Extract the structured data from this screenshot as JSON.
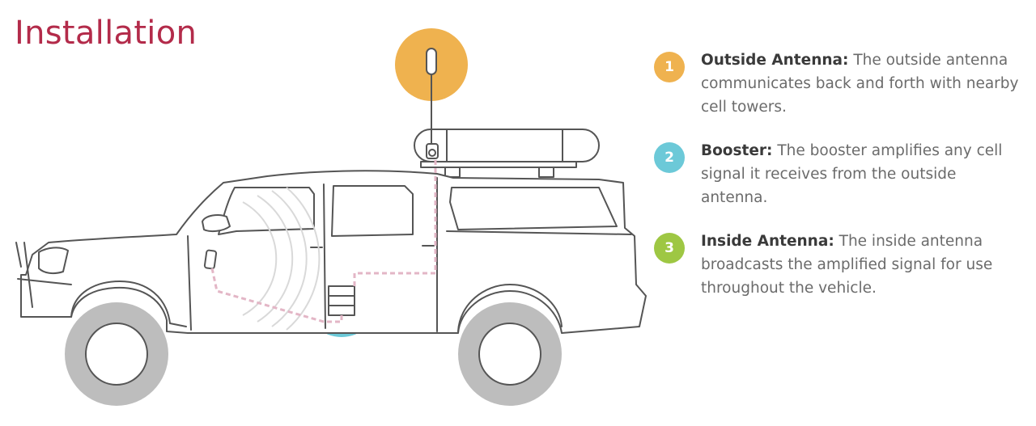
{
  "title": "Installation",
  "colors": {
    "title": "#b32b4a",
    "outside_antenna": "#efb24f",
    "booster": "#6cc9d8",
    "inside_antenna": "#9ec743",
    "cable": "#e3b6c6",
    "truck_outline": "#555555",
    "tire": "#bdbdbd"
  },
  "steps": [
    {
      "number": "1",
      "name": "Outside Antenna:",
      "description": "The outside antenna communicates back and forth with nearby cell towers.",
      "color": "#efb24f"
    },
    {
      "number": "2",
      "name": "Booster:",
      "description": "The booster amplifies any cell signal it receives from the outside antenna.",
      "color": "#6cc9d8"
    },
    {
      "number": "3",
      "name": "Inside Antenna:",
      "description": "The inside antenna broadcasts the amplified signal for use throughout the vehicle.",
      "color": "#9ec743"
    }
  ]
}
